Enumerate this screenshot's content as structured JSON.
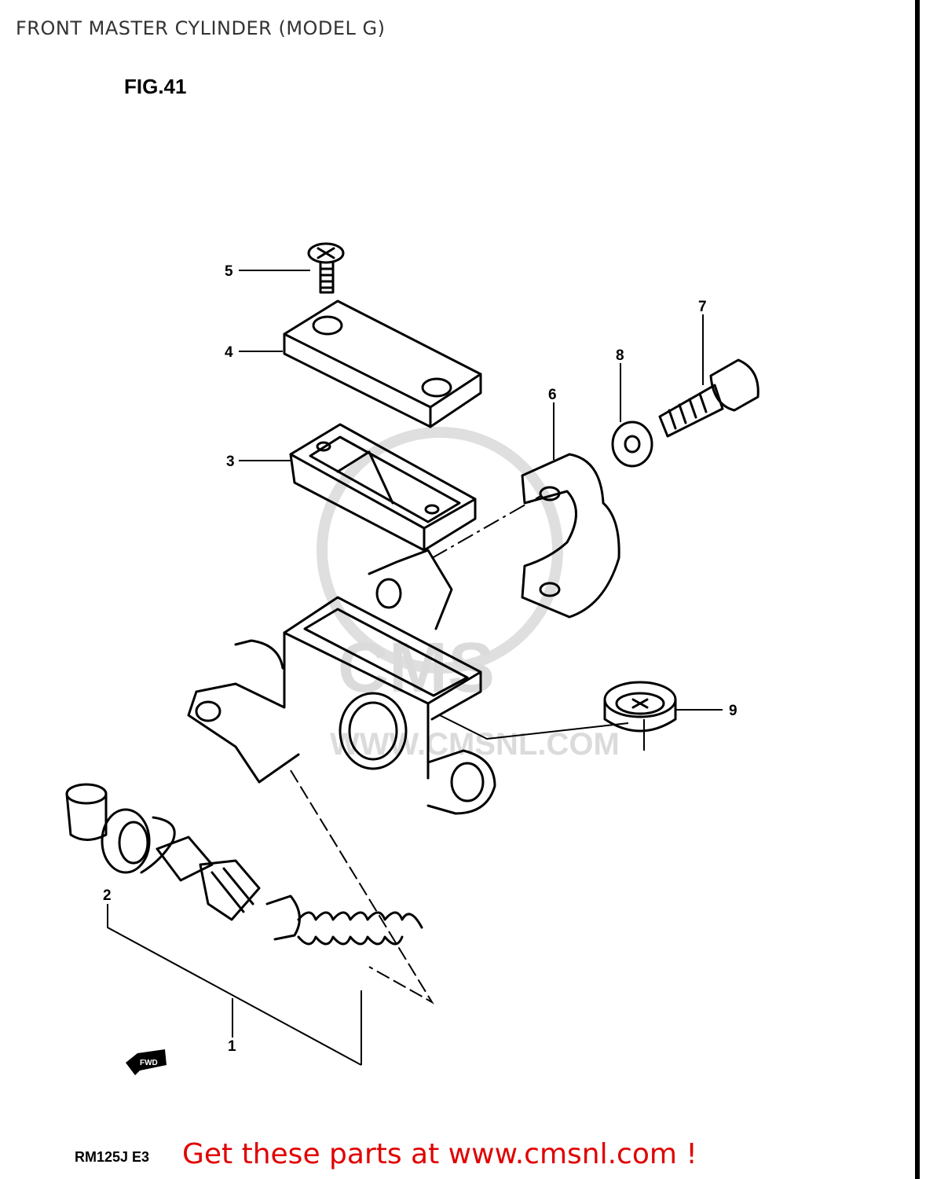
{
  "header": {
    "title": "FRONT MASTER CYLINDER (MODEL G)"
  },
  "figure": {
    "label": "FIG.41"
  },
  "footer": {
    "model_code": "RM125J E3",
    "promo": "Get these parts at www.cmsnl.com !"
  },
  "watermark": {
    "brand": "CMS",
    "url": "WWW.CMSNL.COM"
  },
  "fwd_mark": "FWD",
  "parts": [
    {
      "label": "1"
    },
    {
      "label": "2"
    },
    {
      "label": "3"
    },
    {
      "label": "4"
    },
    {
      "label": "5"
    },
    {
      "label": "6"
    },
    {
      "label": "7"
    },
    {
      "label": "8"
    },
    {
      "label": "9"
    }
  ],
  "colors": {
    "promo": "#e00000",
    "line": "#000000",
    "watermark": "#d8d8d8"
  }
}
